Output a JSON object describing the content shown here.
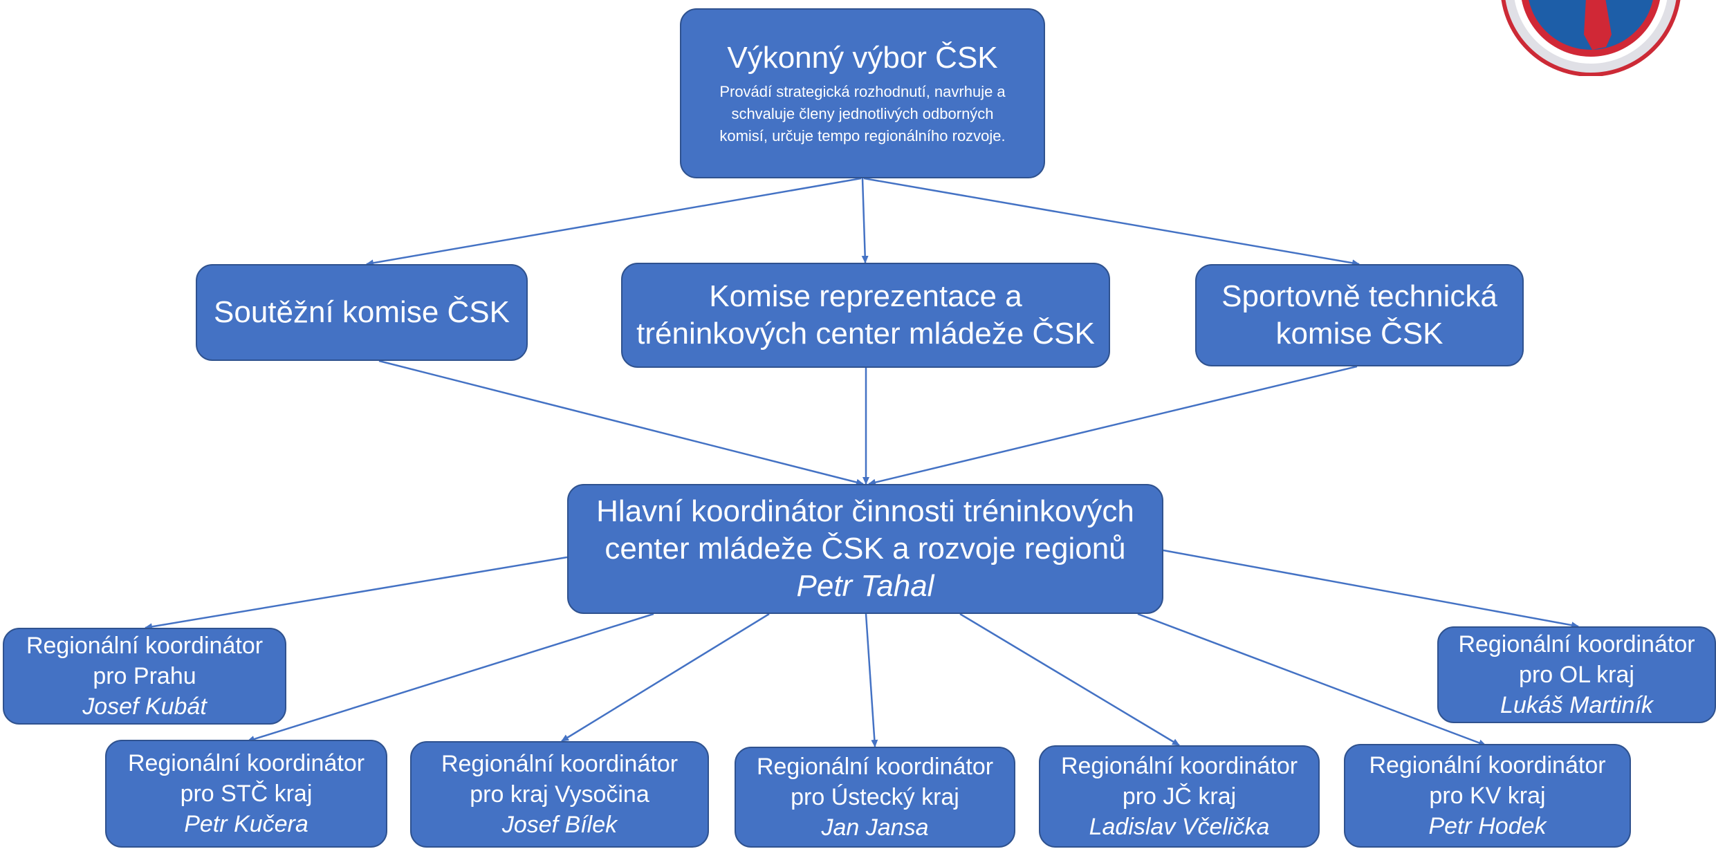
{
  "executive": {
    "title": "Výkonný výbor ČSK",
    "description_lines": [
      "Provádí strategická rozhodnutí, navrhuje a",
      "schvaluje členy jednotlivých odborných",
      "komisí, určuje tempo regionálního rozvoje."
    ]
  },
  "commissions": [
    {
      "lines": [
        "Soutěžní komise ČSK"
      ]
    },
    {
      "lines": [
        "Komise reprezentace a",
        "tréninkových center mládeže ČSK"
      ]
    },
    {
      "lines": [
        "Sportovně technická",
        "komise ČSK"
      ]
    }
  ],
  "main_coordinator": {
    "lines": [
      "Hlavní koordinátor činnosti tréninkových",
      "center mládeže ČSK a rozvoje regionů"
    ],
    "person": "Petr Tahal"
  },
  "regional": [
    {
      "line1": "Regionální koordinátor",
      "line2": "pro Prahu",
      "person": "Josef Kubát"
    },
    {
      "line1": "Regionální koordinátor",
      "line2": "pro STČ kraj",
      "person": "Petr Kučera"
    },
    {
      "line1": "Regionální koordinátor",
      "line2": "pro kraj Vysočina",
      "person": "Josef Bílek"
    },
    {
      "line1": "Regionální koordinátor",
      "line2": "pro Ústecký kraj",
      "person": "Jan Jansa"
    },
    {
      "line1": "Regionální koordinátor",
      "line2": "pro JČ kraj",
      "person": "Ladislav Včelička"
    },
    {
      "line1": "Regionální koordinátor",
      "line2": "pro KV kraj",
      "person": "Petr Hodek"
    },
    {
      "line1": "Regionální koordinátor",
      "line2": "pro OL kraj",
      "person": "Lukáš Martiník"
    }
  ],
  "colors": {
    "box_fill": "#4472C4",
    "box_border": "#2F528F",
    "connector": "#4472C4",
    "text": "#FFFFFF"
  },
  "logo": {
    "icon": "federation-logo-icon"
  }
}
